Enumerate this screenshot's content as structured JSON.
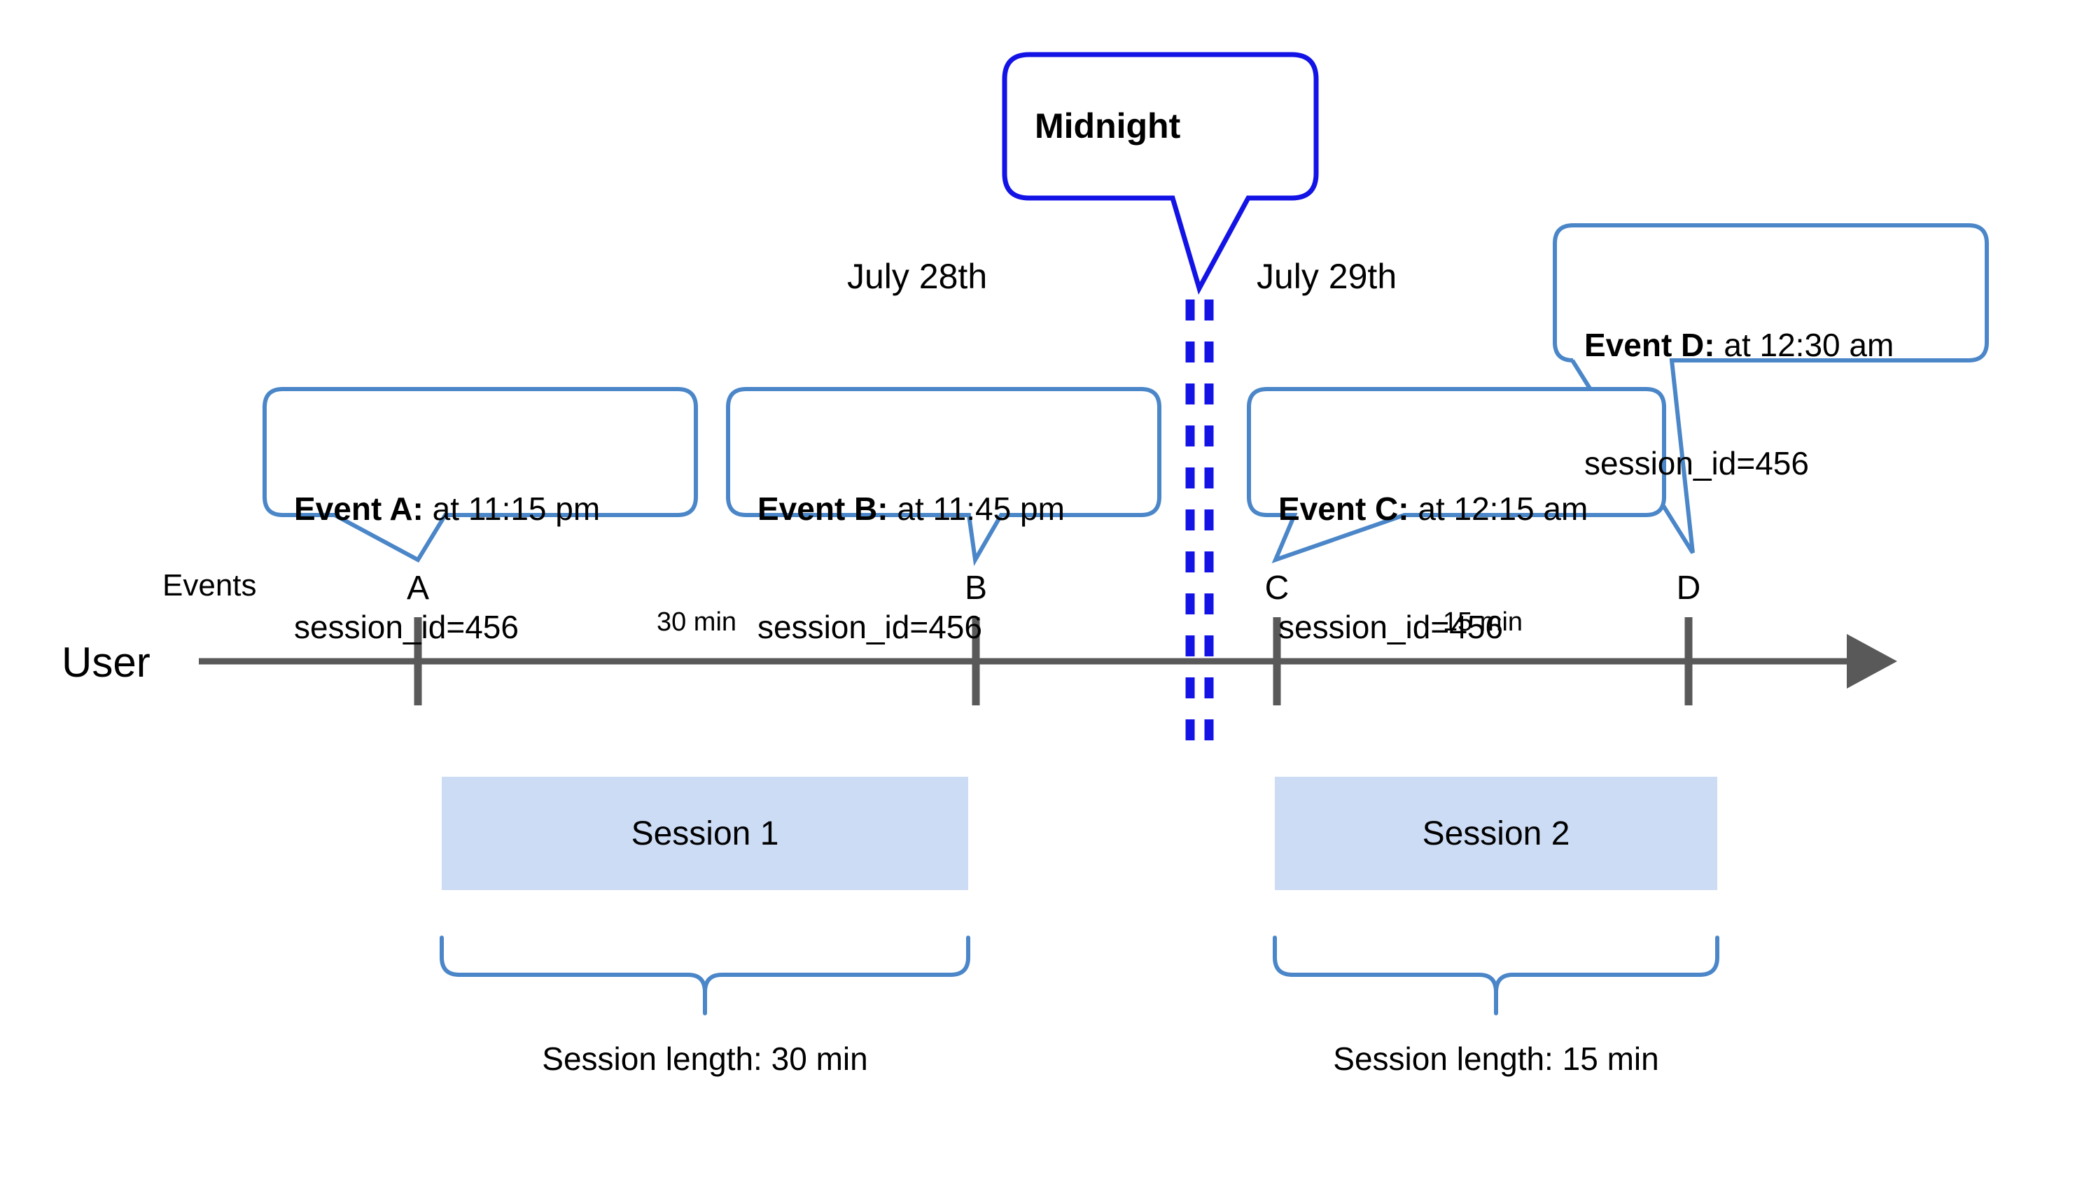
{
  "diagram": {
    "title_callout": {
      "label": "Midnight"
    },
    "dates": [
      {
        "label": "July 28th"
      },
      {
        "label": "July 29th"
      }
    ],
    "axis": {
      "lane_label": "User",
      "events_row_label": "Events"
    },
    "events": [
      {
        "letter": "A",
        "bold_prefix": "Event A:",
        "detail": " at 11:15 pm",
        "second_line": "session_id=456"
      },
      {
        "letter": "B",
        "bold_prefix": "Event B:",
        "detail": " at 11:45 pm",
        "second_line": "session_id=456"
      },
      {
        "letter": "C",
        "bold_prefix": "Event C:",
        "detail": " at 12:15 am",
        "second_line": "session_id=456"
      },
      {
        "letter": "D",
        "bold_prefix": "Event D:",
        "detail": " at 12:30 am",
        "second_line": "session_id=456"
      }
    ],
    "intervals": [
      {
        "label": "30 min"
      },
      {
        "label": "15 min"
      }
    ],
    "sessions": [
      {
        "label": "Session 1",
        "length_label": "Session length: 30 min"
      },
      {
        "label": "Session 2",
        "length_label": "Session length: 15 min"
      }
    ],
    "colors": {
      "callout_border": "#4a86c8",
      "midnight_border": "#1313e6",
      "midnight_divider": "#1313e6",
      "session_fill": "#ccdcf5",
      "axis": "#595959",
      "brace": "#4a86c8",
      "text": "#000000"
    }
  }
}
